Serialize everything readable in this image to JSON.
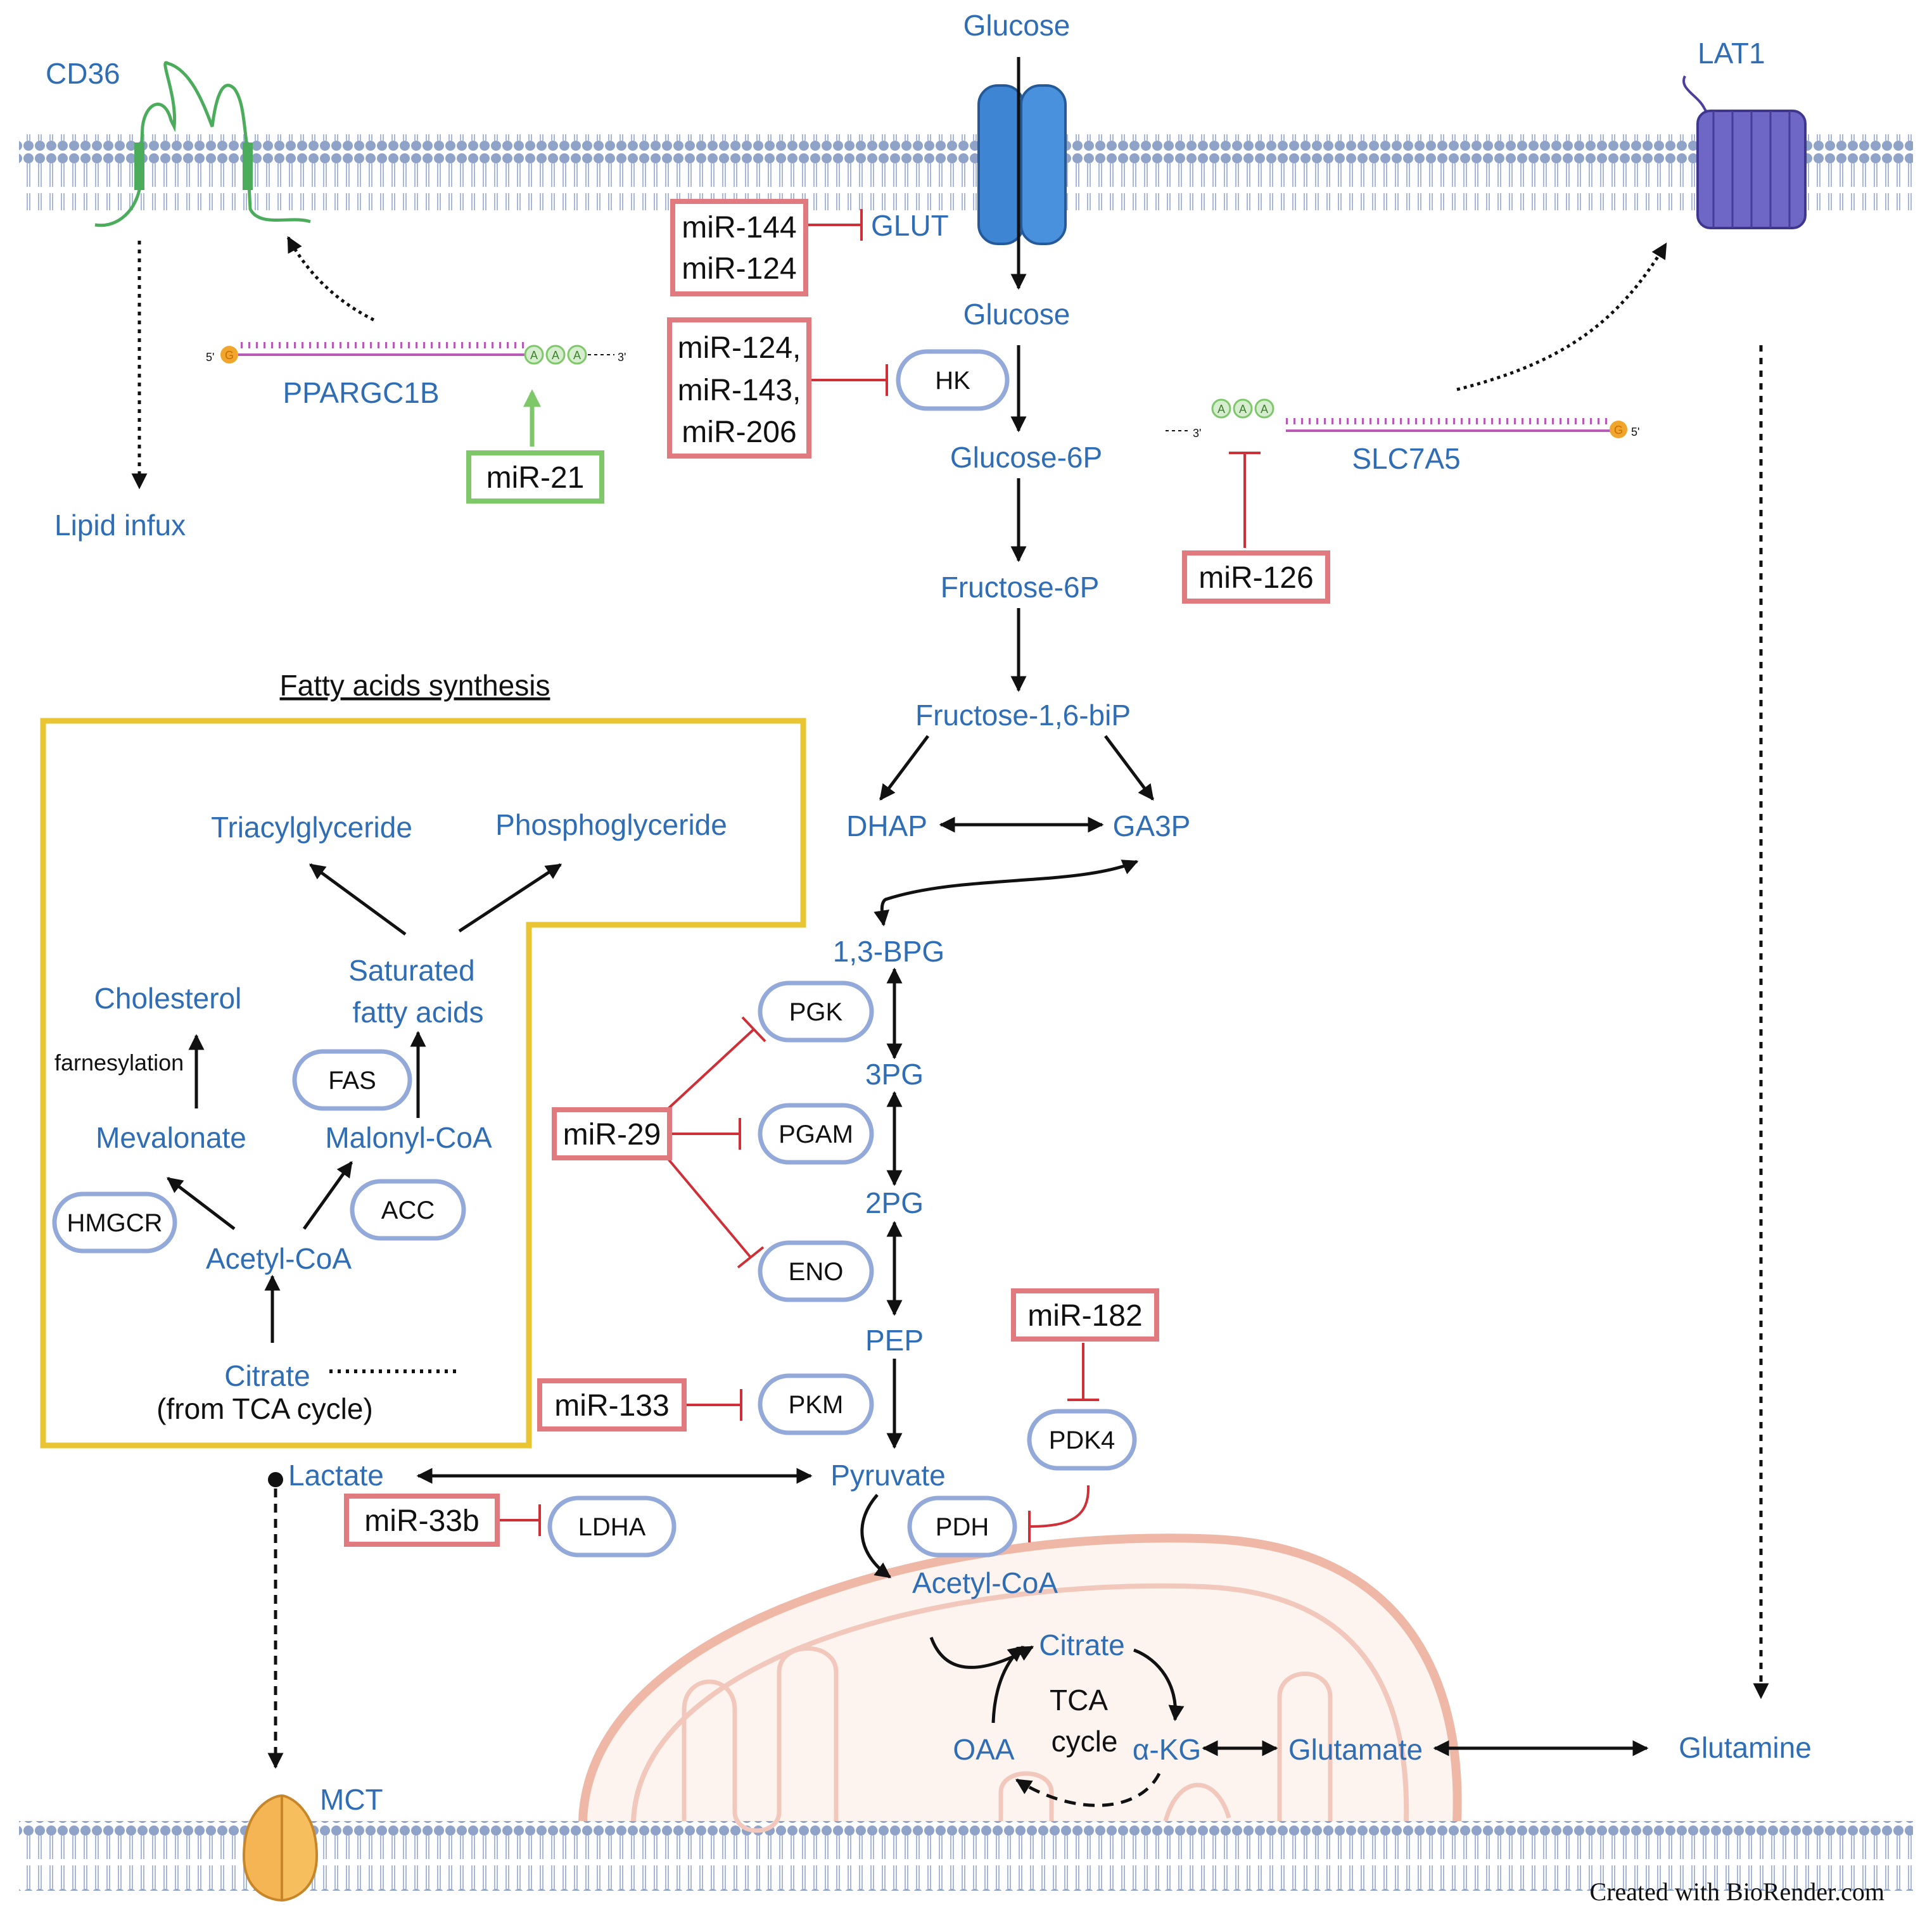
{
  "cell": {
    "membrane_top_color": "#8fa3c9",
    "mito_color": "#f1c0b2"
  },
  "transporters": {
    "cd36": "CD36",
    "glucose_out": "Glucose",
    "lat1": "LAT1",
    "mct": "MCT"
  },
  "glycolysis": {
    "glucose_in": "Glucose",
    "glucose_6p": "Glucose-6P",
    "fructose_6p": "Fructose-6P",
    "fructose_16bp": "Fructose-1,6-biP",
    "dhap": "DHAP",
    "ga3p": "GA3P",
    "bpg13": "1,3-BPG",
    "pg3": "3PG",
    "pg2": "2PG",
    "pep": "PEP",
    "pyruvate": "Pyruvate",
    "lactate": "Lactate"
  },
  "lipid": {
    "lipid_influx": "Lipid infux",
    "pparg": "PPARGC1B",
    "slc7a5": "SLC7A5",
    "section_title": "Fatty acids synthesis",
    "triacylglyceride": "Triacylglyceride",
    "phosphoglyceride": "Phosphoglyceride",
    "sfa_line1": "Saturated",
    "sfa_line2": "fatty acids",
    "cholesterol": "Cholesterol",
    "farnesylation": "farnesylation",
    "mevalonate": "Mevalonate",
    "malonyl_coa": "Malonyl-CoA",
    "acetyl_coa": "Acetyl-CoA",
    "citrate": "Citrate",
    "citrate_note": "(from TCA cycle)"
  },
  "tca": {
    "acetyl_coa": "Acetyl-CoA",
    "citrate": "Citrate",
    "tca_line1": "TCA",
    "tca_line2": "cycle",
    "oaa": "OAA",
    "akg": "α-KG",
    "glutamate": "Glutamate",
    "glutamine": "Glutamine"
  },
  "enzymes": {
    "glut": "GLUT",
    "hk": "HK",
    "pgk": "PGK",
    "pgam": "PGAM",
    "eno": "ENO",
    "pkm": "PKM",
    "pdk4": "PDK4",
    "pdh": "PDH",
    "ldha": "LDHA",
    "fas": "FAS",
    "acc": "ACC",
    "hmgcr": "HMGCR"
  },
  "mirnas": {
    "glut_1": "miR-144",
    "glut_2": "miR-124",
    "hk_1": "miR-124,",
    "hk_2": "miR-143,",
    "hk_3": "miR-206",
    "mir21": "miR-21",
    "mir126": "miR-126",
    "mir29": "miR-29",
    "mir182": "miR-182",
    "mir133": "miR-133",
    "mir33b": "miR-33b"
  },
  "mrna": {
    "polyA": "A",
    "cap": "G",
    "five_prime": "5'",
    "three_prime": "3'"
  },
  "footer": {
    "credit": "Created with BioRender.com"
  }
}
